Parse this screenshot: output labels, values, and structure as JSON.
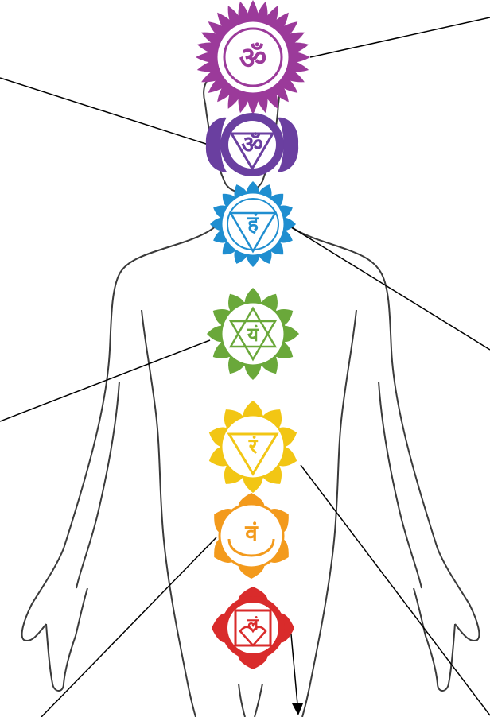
{
  "chakras": [
    {
      "id": "crown",
      "symbol": "ॐ",
      "color": "#9b3a9a",
      "shape": "lotus-1000"
    },
    {
      "id": "third-eye",
      "symbol": "ॐ",
      "color": "#6a3fa0",
      "shape": "two-petals"
    },
    {
      "id": "throat",
      "symbol": "हं",
      "color": "#1f8ed0",
      "shape": "16-petals"
    },
    {
      "id": "heart",
      "symbol": "यं",
      "color": "#6aa83a",
      "shape": "12-petals"
    },
    {
      "id": "solar-plexus",
      "symbol": "रं",
      "color": "#f2c614",
      "shape": "10-petals"
    },
    {
      "id": "sacral",
      "symbol": "वं",
      "color": "#f39a1c",
      "shape": "6-petals"
    },
    {
      "id": "root",
      "symbol": "लं",
      "color": "#d92b2b",
      "shape": "4-petals"
    }
  ],
  "colors": {
    "outline": "#3a3a3a",
    "leader": "#000000",
    "background": "#ffffff"
  }
}
